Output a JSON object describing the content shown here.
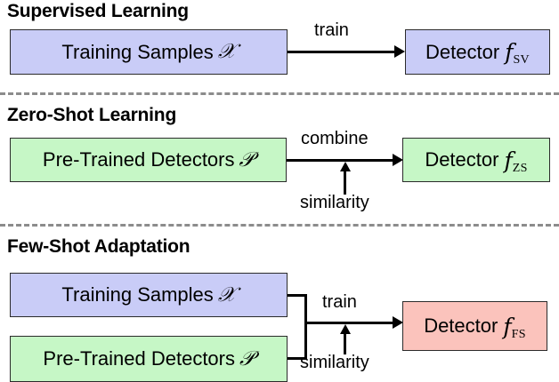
{
  "figure": {
    "title": "Comparison of Supervised Learning, Zero-Shot Learning and Few-Shot Adaptation pipelines",
    "background_color": "#ffffff",
    "colors": {
      "training_samples_box": "#c9ccf7",
      "pretrained_detectors_box": "#c6f7c6",
      "detector_supervised_box": "#c9ccf7",
      "detector_zeroshot_box": "#c6f7c6",
      "detector_fewshot_box": "#fbc3bc",
      "box_border": "#2b2b2b",
      "connector": "#000000",
      "separator": "#8c8c8c"
    }
  },
  "sections": [
    {
      "id": "supervised",
      "heading": "Supervised Learning",
      "inputs": [
        {
          "id": "training-samples",
          "text": "Training Samples",
          "symbol": "𝒳",
          "color": "blue"
        }
      ],
      "edges": [
        {
          "id": "train-edge",
          "label": "train",
          "type": "horizontal-arrow"
        }
      ],
      "output": {
        "id": "detector-sv",
        "text": "Detector",
        "symbol": "f",
        "subscript": "SV",
        "color": "blue"
      }
    },
    {
      "id": "zero-shot",
      "heading": "Zero-Shot Learning",
      "inputs": [
        {
          "id": "pretrained-detectors",
          "text": "Pre-Trained Detectors",
          "symbol": "𝒫",
          "color": "green"
        }
      ],
      "edges": [
        {
          "id": "combine-edge",
          "label": "combine",
          "type": "horizontal-arrow"
        },
        {
          "id": "similarity-edge",
          "label": "similarity",
          "type": "vertical-arrow"
        }
      ],
      "output": {
        "id": "detector-zs",
        "text": "Detector",
        "symbol": "f",
        "subscript": "ZS",
        "color": "green"
      }
    },
    {
      "id": "few-shot",
      "heading": "Few-Shot Adaptation",
      "inputs": [
        {
          "id": "training-samples",
          "text": "Training Samples",
          "symbol": "𝒳",
          "color": "blue"
        },
        {
          "id": "pretrained-detectors",
          "text": "Pre-Trained Detectors",
          "symbol": "𝒫",
          "color": "green"
        }
      ],
      "edges": [
        {
          "id": "train-edge",
          "label": "train",
          "type": "horizontal-arrow"
        },
        {
          "id": "similarity-edge",
          "label": "similarity",
          "type": "vertical-arrow"
        }
      ],
      "output": {
        "id": "detector-fs",
        "text": "Detector",
        "symbol": "f",
        "subscript": "FS",
        "color": "red"
      }
    }
  ]
}
